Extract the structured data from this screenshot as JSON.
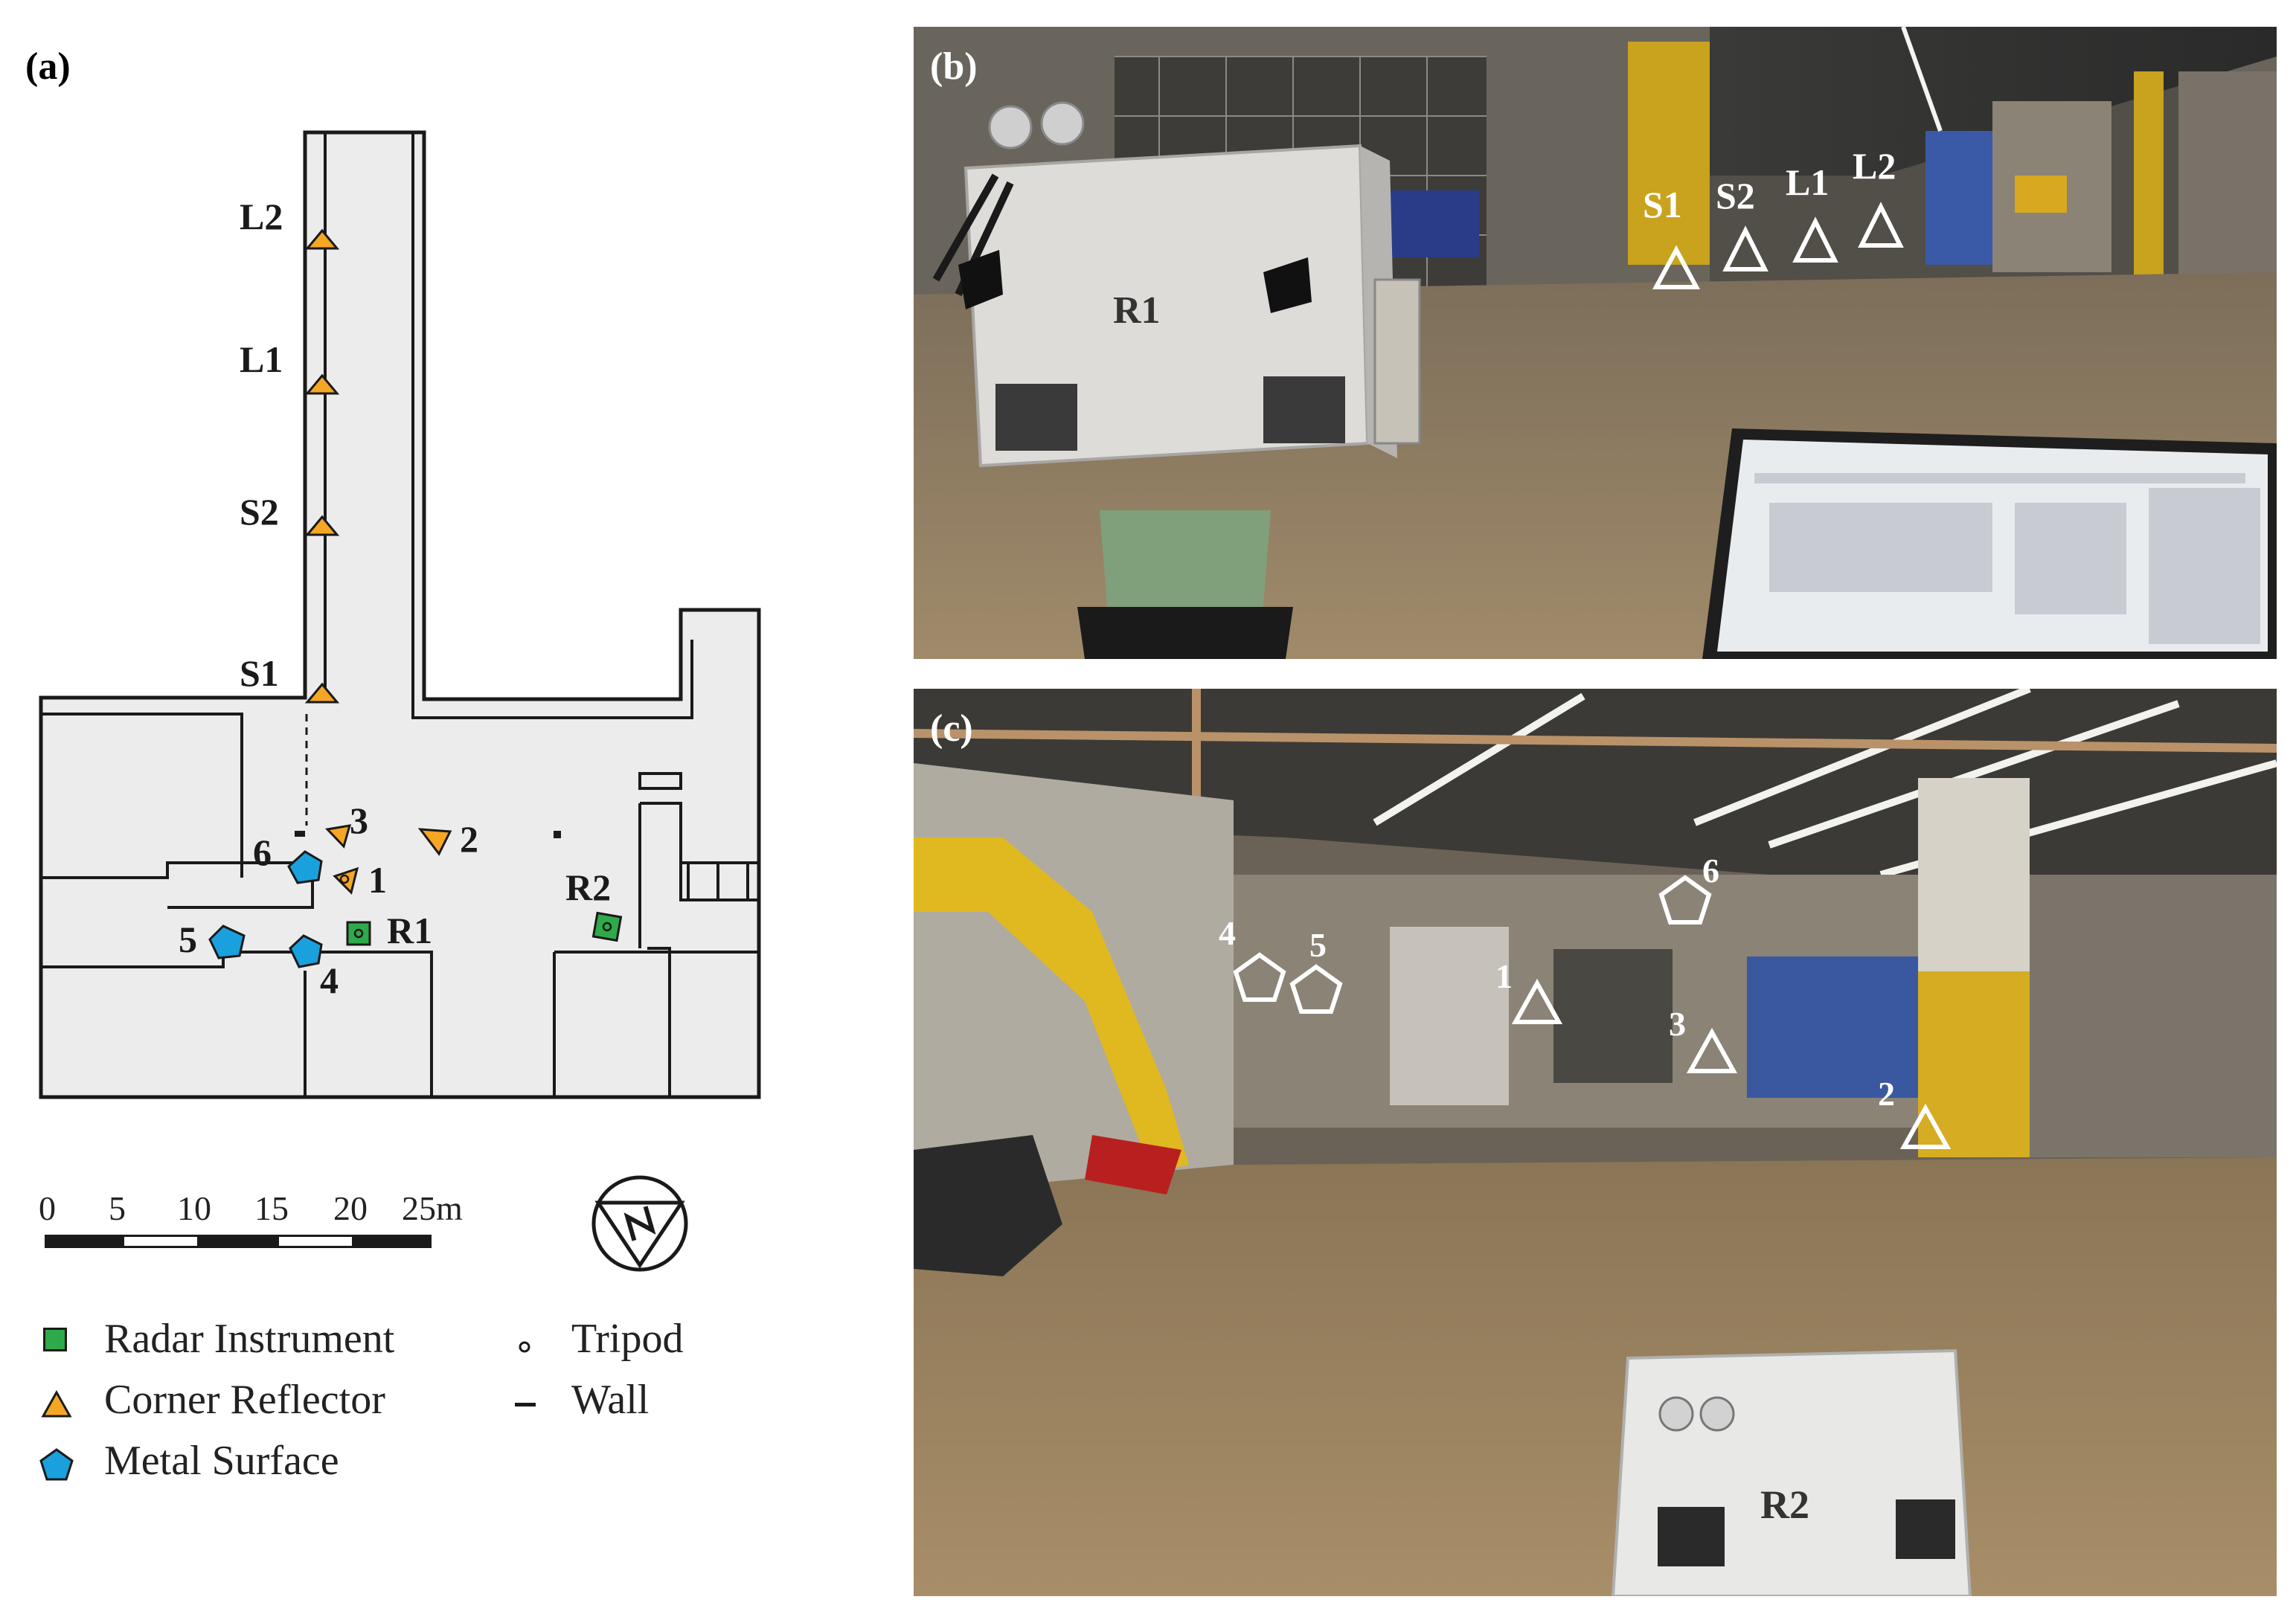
{
  "panels": {
    "a": "(a)",
    "b": "(b)",
    "c": "(c)"
  },
  "map": {
    "reflectors_long": [
      "L2",
      "L1",
      "S2",
      "S1"
    ],
    "reflectors_short": [
      "1",
      "2",
      "3"
    ],
    "metal_surfaces": [
      "4",
      "5",
      "6"
    ],
    "radars": [
      "R1",
      "R2"
    ],
    "scale_ticks": [
      "0",
      "5",
      "10",
      "15",
      "20",
      "25m"
    ],
    "colors": {
      "floor": "#ececec",
      "wall": "#1a1a1a",
      "radar": "#2eaa4a",
      "reflector": "#f5a623",
      "metal": "#1aa0dc"
    }
  },
  "legend": {
    "radar": "Radar Instrument",
    "reflector": "Corner Reflector",
    "metal": "Metal Surface",
    "tripod": "Tripod",
    "wall": "Wall"
  },
  "photo_b": {
    "radar_label": "R1",
    "targets": [
      "S1",
      "S2",
      "L1",
      "L2"
    ]
  },
  "photo_c": {
    "radar_label": "R2",
    "triangles": [
      "1",
      "3",
      "2"
    ],
    "pentagons": [
      "4",
      "5",
      "6"
    ]
  }
}
